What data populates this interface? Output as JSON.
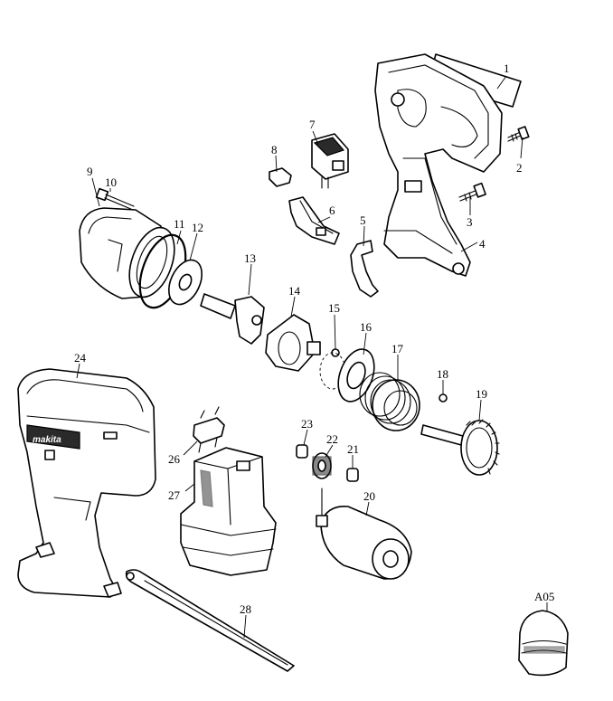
{
  "diagram": {
    "callouts": {
      "c1": "1",
      "c2": "2",
      "c3": "3",
      "c4": "4",
      "c5": "5",
      "c6": "6",
      "c7": "7",
      "c8": "8",
      "c9": "9",
      "c10": "10",
      "c11": "11",
      "c12": "12",
      "c13": "13",
      "c14": "14",
      "c15": "15",
      "c16": "16",
      "c17": "17",
      "c18": "18",
      "c19": "19",
      "c20": "20",
      "c21": "21",
      "c22": "22",
      "c23": "23",
      "c24": "24",
      "c25": "26",
      "c26": "27",
      "c27": "28",
      "c28": "A05"
    },
    "housing_logo": "makita"
  }
}
